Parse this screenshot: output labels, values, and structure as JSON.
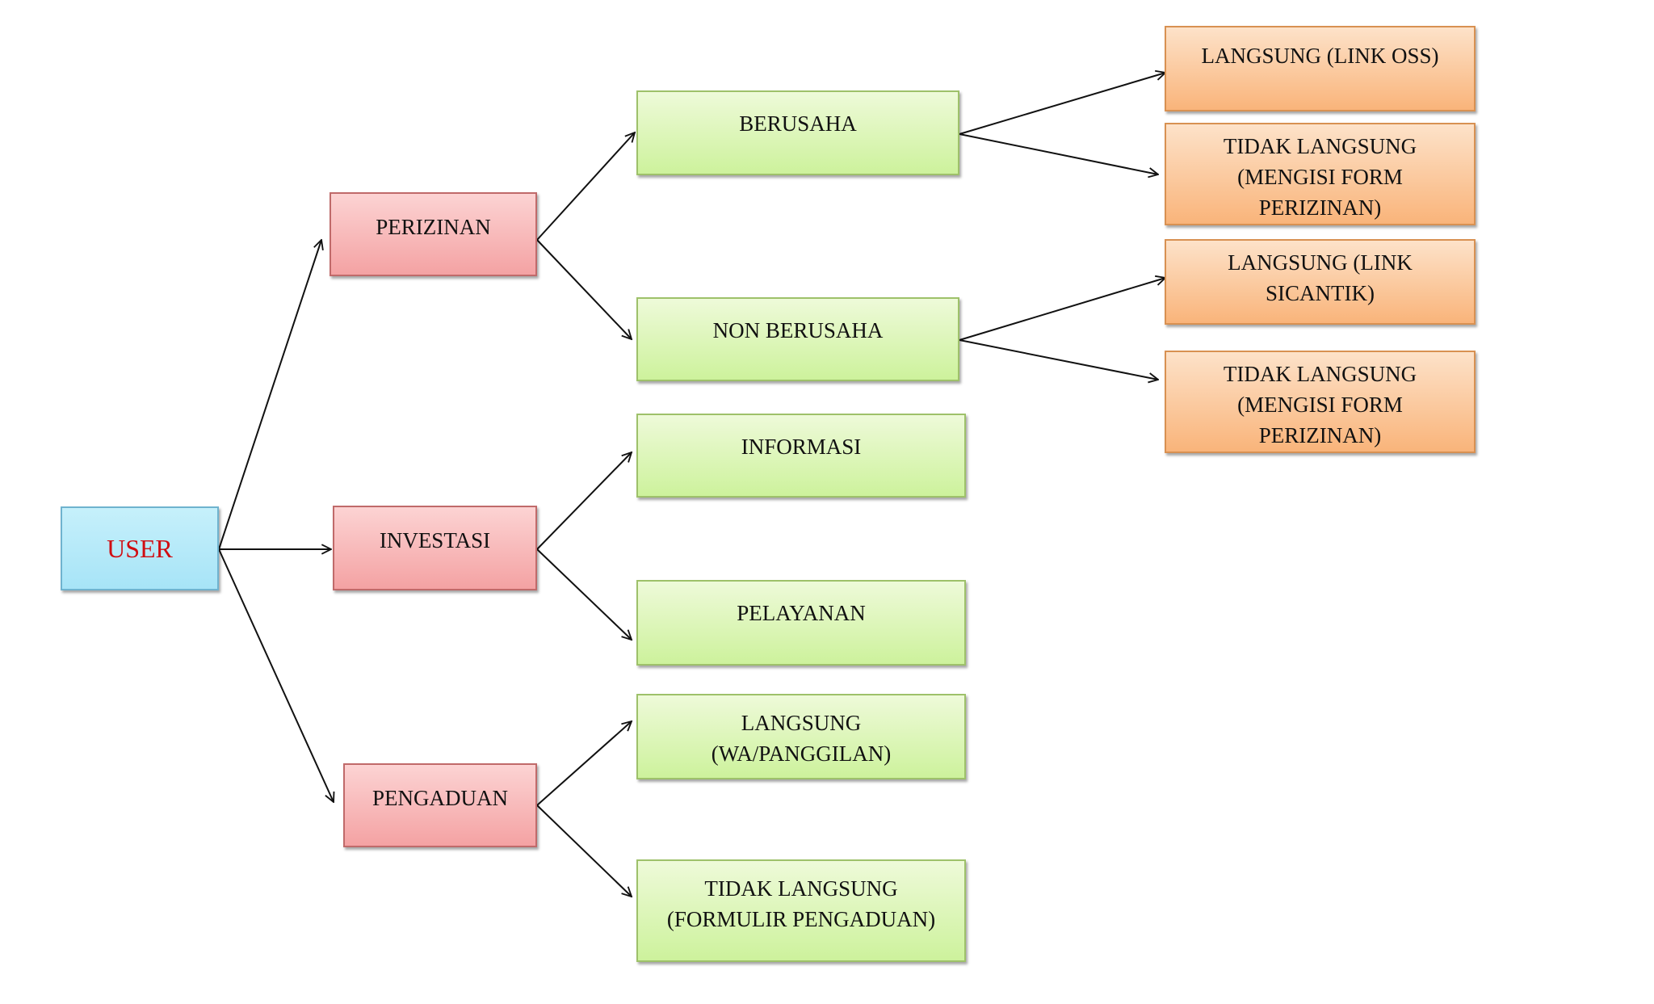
{
  "nodes": {
    "user": "USER",
    "perizinan": "PERIZINAN",
    "investasi": "INVESTASI",
    "pengaduan": "PENGADUAN",
    "berusaha": "BERUSAHA",
    "non_berusaha": "NON BERUSAHA",
    "informasi": "INFORMASI",
    "pelayanan": "PELAYANAN",
    "langsung_wa": "LANGSUNG\n(WA/PANGGILAN)",
    "tidak_langsung_formulir": "TIDAK LANGSUNG\n(FORMULIR PENGADUAN)",
    "langsung_link_oss": "LANGSUNG (LINK OSS)",
    "tidak_langsung_form_1": "TIDAK LANGSUNG\n(MENGISI FORM\nPERIZINAN)",
    "langsung_link_sicantik": "LANGSUNG (LINK\nSICANTIK)",
    "tidak_langsung_form_2": "TIDAK LANGSUNG\n(MENGISI FORM\nPERIZINAN)"
  },
  "edges": [
    {
      "from": "user",
      "to": "perizinan"
    },
    {
      "from": "user",
      "to": "investasi"
    },
    {
      "from": "user",
      "to": "pengaduan"
    },
    {
      "from": "perizinan",
      "to": "berusaha"
    },
    {
      "from": "perizinan",
      "to": "non_berusaha"
    },
    {
      "from": "investasi",
      "to": "informasi"
    },
    {
      "from": "investasi",
      "to": "pelayanan"
    },
    {
      "from": "pengaduan",
      "to": "langsung_wa"
    },
    {
      "from": "pengaduan",
      "to": "tidak_langsung_formulir"
    },
    {
      "from": "berusaha",
      "to": "langsung_link_oss"
    },
    {
      "from": "berusaha",
      "to": "tidak_langsung_form_1"
    },
    {
      "from": "non_berusaha",
      "to": "langsung_link_sicantik"
    },
    {
      "from": "non_berusaha",
      "to": "tidak_langsung_form_2"
    }
  ],
  "colors": {
    "root_fill": "#b5e9f8",
    "level1_fill": "#f7b9ba",
    "level2_fill": "#ddf6b8",
    "level3_fill": "#fbc89b",
    "root_text": "#d00d12",
    "text": "#111111",
    "arrow": "#111111"
  }
}
